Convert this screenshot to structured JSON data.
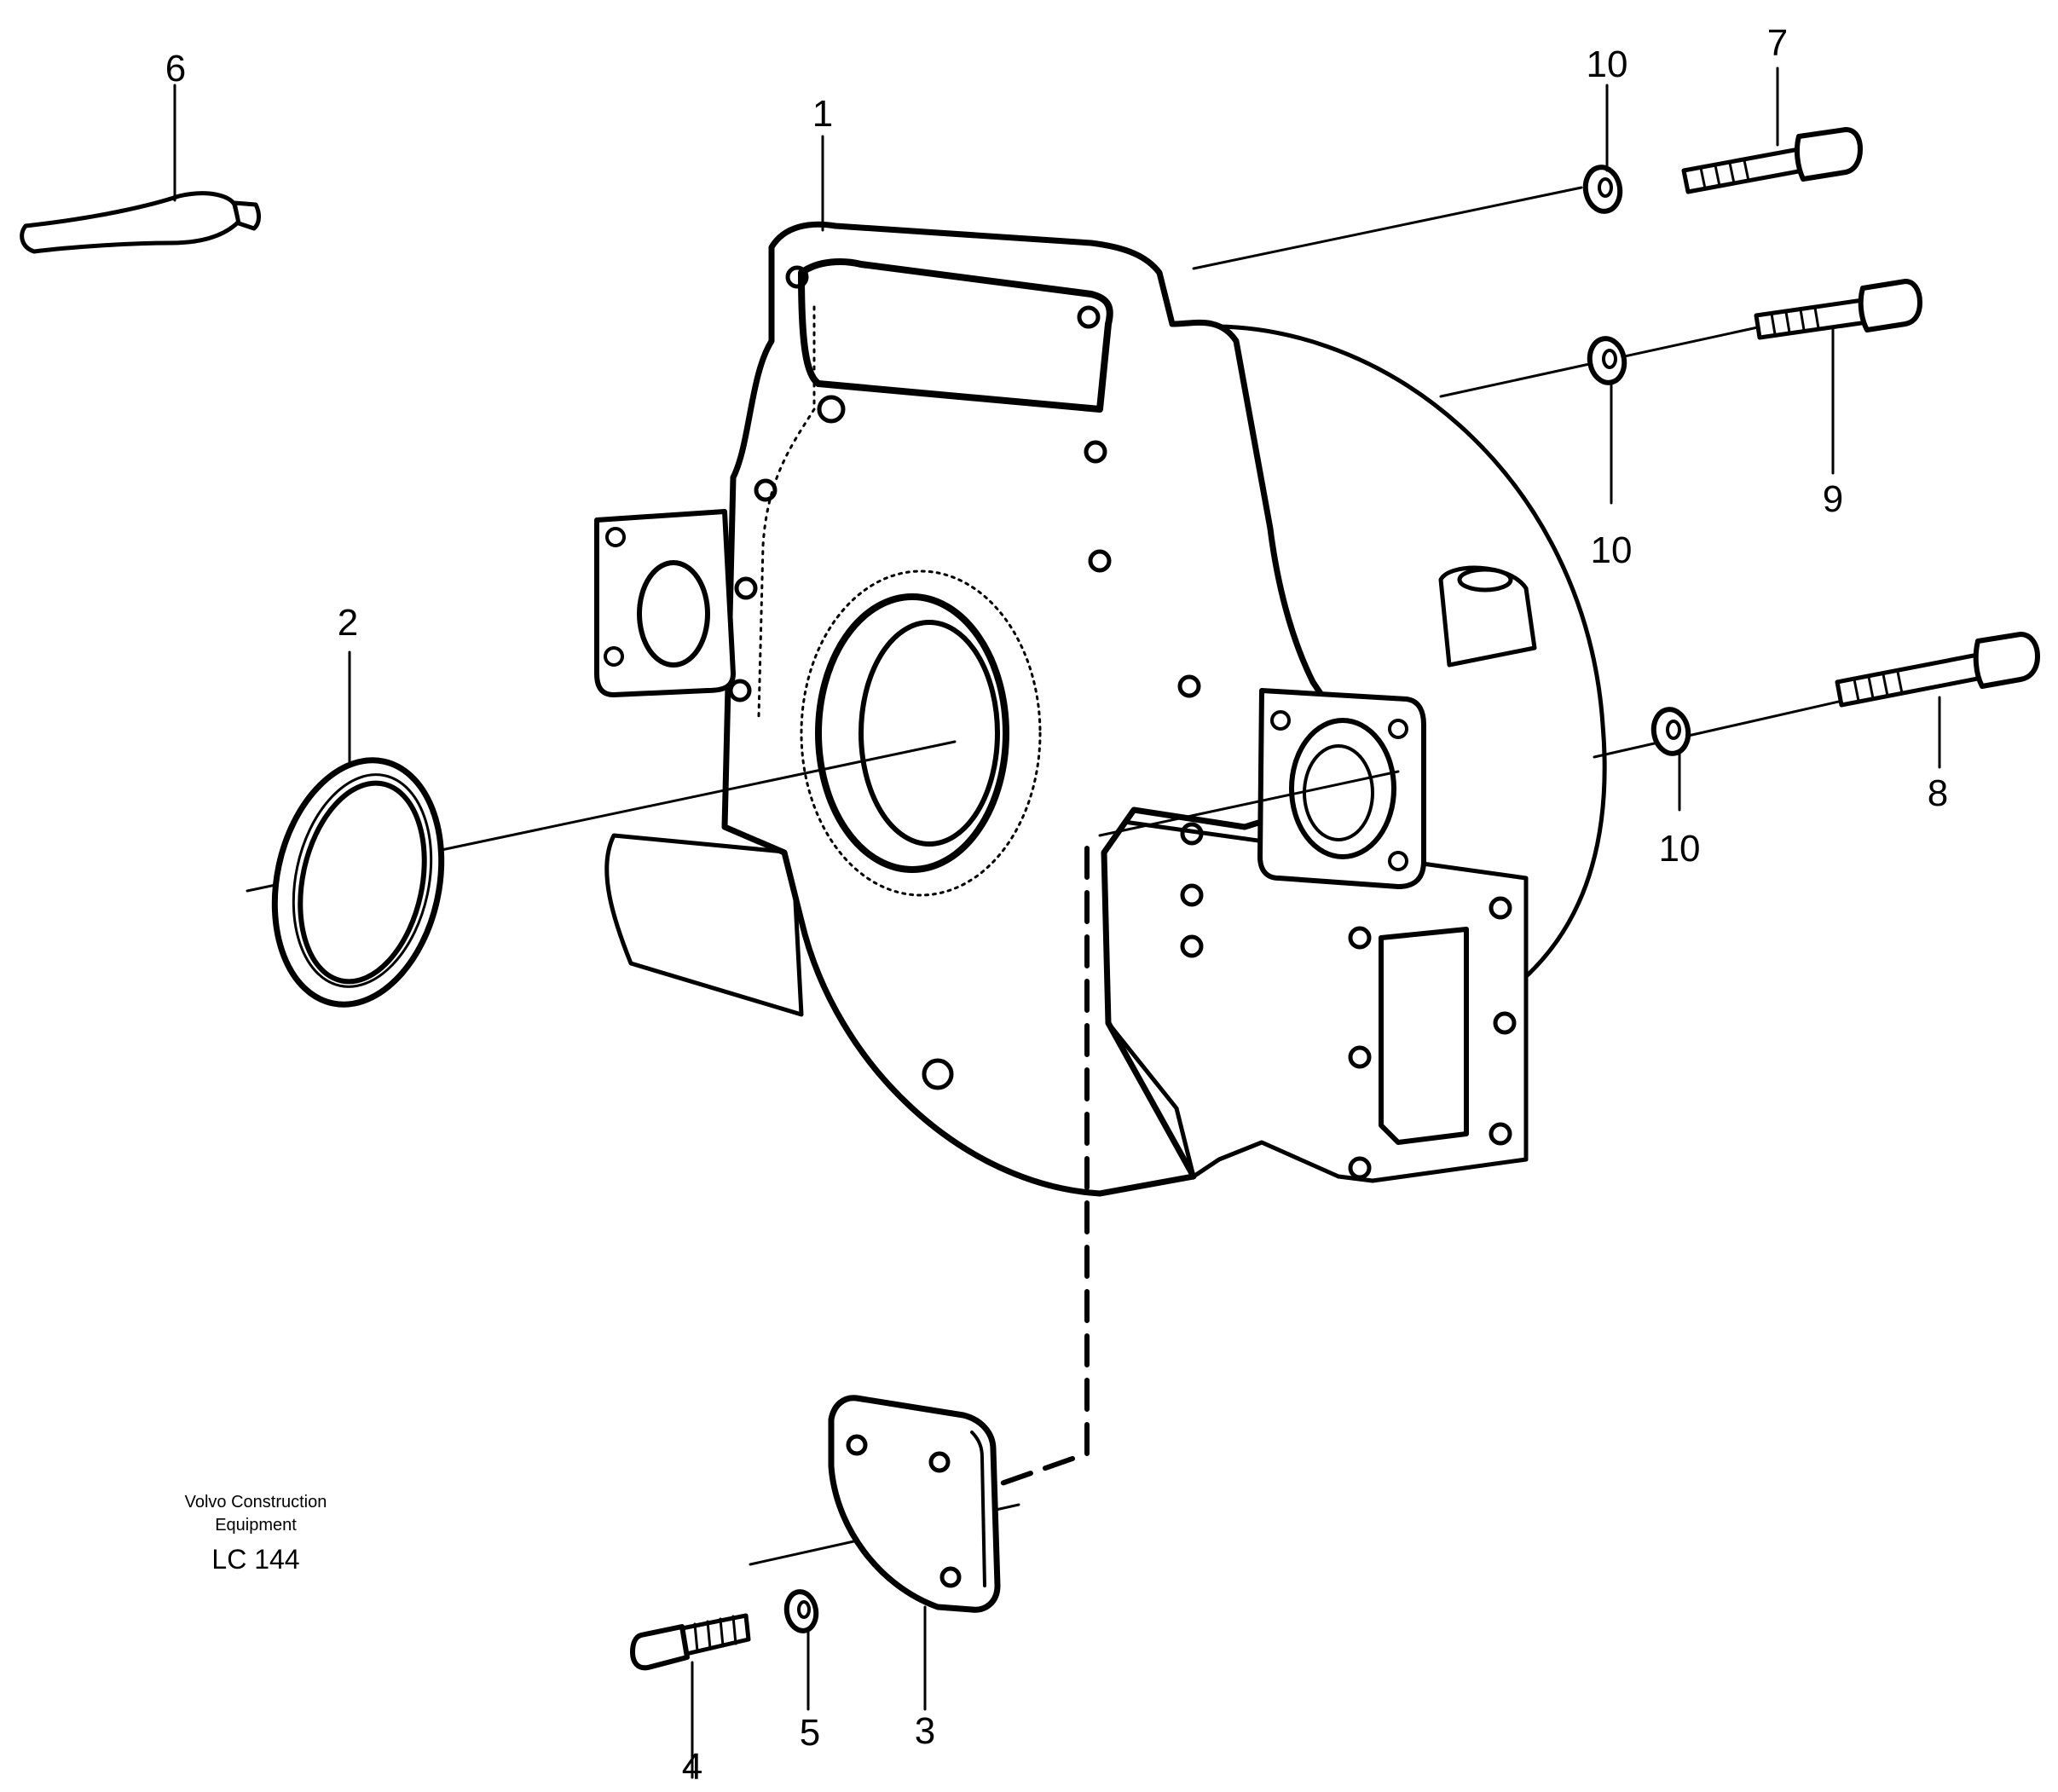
{
  "callouts": {
    "c1": "1",
    "c2": "2",
    "c3": "3",
    "c4": "4",
    "c5": "5",
    "c6": "6",
    "c7": "7",
    "c8": "8",
    "c9": "9",
    "c10a": "10",
    "c10b": "10",
    "c10c": "10"
  },
  "caption": {
    "line1": "Volvo Construction",
    "line2": "Equipment",
    "code": "LC 144"
  },
  "colors": {
    "ink": "#000000",
    "paper": "#ffffff"
  }
}
